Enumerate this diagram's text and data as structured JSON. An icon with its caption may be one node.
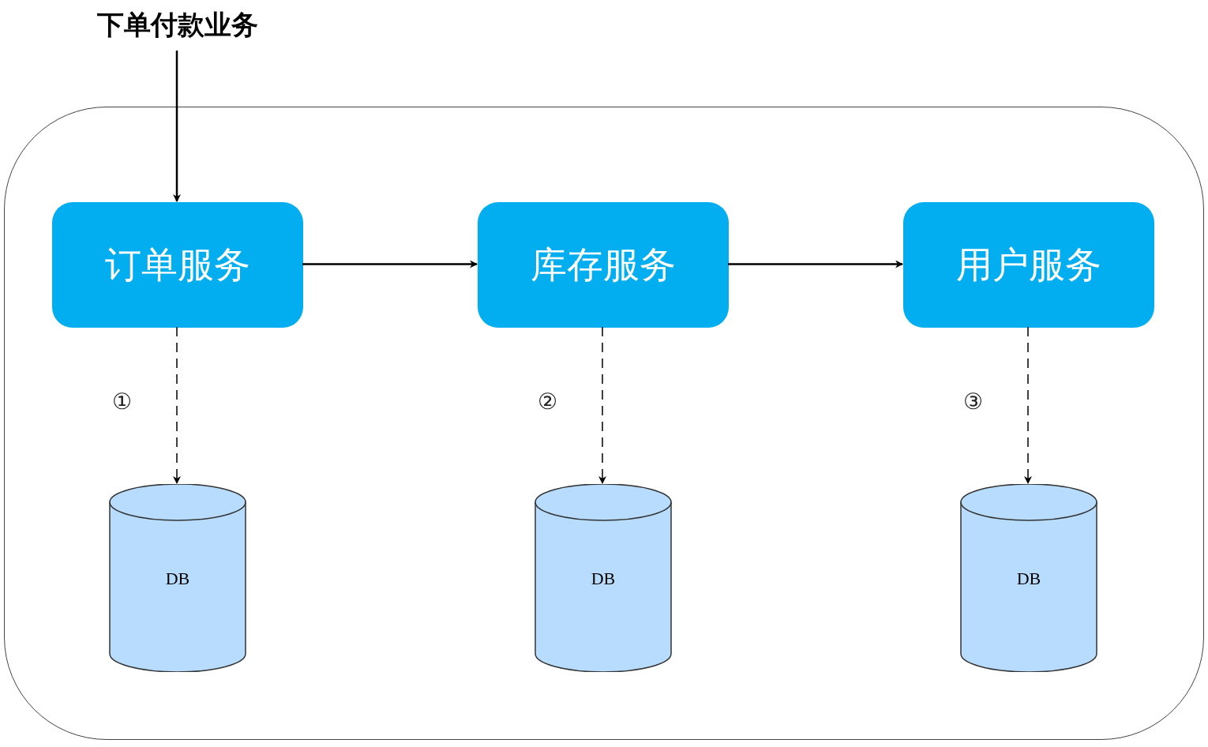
{
  "diagram": {
    "nodes": [
      {
        "text": [
          "下单付款业务"
        ]
      },
      {
        "text": [],
        "shape": "box"
      },
      {
        "text": [
          "订单服务"
        ],
        "in": 1
      },
      {
        "text": [
          "库存服务"
        ],
        "in": 1
      },
      {
        "text": [
          "用户服务"
        ],
        "in": 1
      },
      {
        "text": [
          "DB"
        ],
        "in": 1
      },
      {
        "text": [
          "DB"
        ],
        "in": 1
      },
      {
        "text": [
          "DB"
        ],
        "in": 1
      }
    ],
    "edges": [
      {
        "from": 0,
        "to": 2,
        "arrow": "to"
      },
      {
        "from": 2,
        "to": 3,
        "arrow": "to"
      },
      {
        "from": 3,
        "to": 4,
        "arrow": "to"
      },
      {
        "from": 2,
        "to": 5,
        "arrow": "to",
        "style": "dashed",
        "label": "①"
      },
      {
        "from": 3,
        "to": 6,
        "arrow": "to",
        "style": "dashed",
        "label": "②"
      },
      {
        "from": 4,
        "to": 7,
        "arrow": "to",
        "style": "dashed",
        "label": "③"
      }
    ]
  }
}
